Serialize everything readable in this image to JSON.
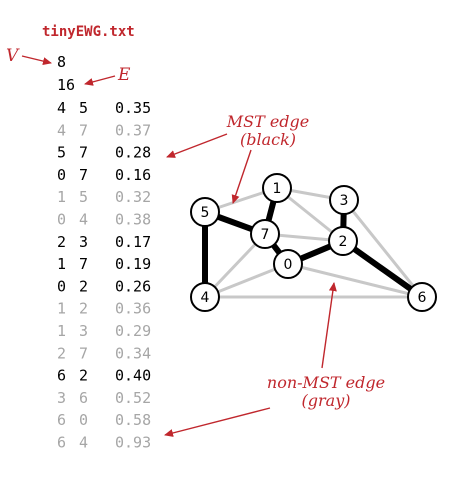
{
  "file_title": "tinyEWG.txt",
  "header": {
    "vertex_count": "8",
    "edge_count": "16"
  },
  "annotations": {
    "v_label": "V",
    "e_label": "E",
    "mst_line1": "MST edge",
    "mst_line2": "(black)",
    "nonmst_line1": "non-MST edge",
    "nonmst_line2": "(gray)"
  },
  "edges": [
    {
      "v": "4",
      "w": "5",
      "weight": "0.35",
      "mst": true
    },
    {
      "v": "4",
      "w": "7",
      "weight": "0.37",
      "mst": false
    },
    {
      "v": "5",
      "w": "7",
      "weight": "0.28",
      "mst": true
    },
    {
      "v": "0",
      "w": "7",
      "weight": "0.16",
      "mst": true
    },
    {
      "v": "1",
      "w": "5",
      "weight": "0.32",
      "mst": false
    },
    {
      "v": "0",
      "w": "4",
      "weight": "0.38",
      "mst": false
    },
    {
      "v": "2",
      "w": "3",
      "weight": "0.17",
      "mst": true
    },
    {
      "v": "1",
      "w": "7",
      "weight": "0.19",
      "mst": true
    },
    {
      "v": "0",
      "w": "2",
      "weight": "0.26",
      "mst": true
    },
    {
      "v": "1",
      "w": "2",
      "weight": "0.36",
      "mst": false
    },
    {
      "v": "1",
      "w": "3",
      "weight": "0.29",
      "mst": false
    },
    {
      "v": "2",
      "w": "7",
      "weight": "0.34",
      "mst": false
    },
    {
      "v": "6",
      "w": "2",
      "weight": "0.40",
      "mst": true
    },
    {
      "v": "3",
      "w": "6",
      "weight": "0.52",
      "mst": false
    },
    {
      "v": "6",
      "w": "0",
      "weight": "0.58",
      "mst": false
    },
    {
      "v": "6",
      "w": "4",
      "weight": "0.93",
      "mst": false
    }
  ],
  "colors": {
    "title": "#c0272d",
    "annotation": "#c0272d",
    "mst_edge": "#000000",
    "non_mst_edge": "#c8c8c8",
    "mst_text": "#000000",
    "non_mst_text": "#a6a6a6"
  }
}
